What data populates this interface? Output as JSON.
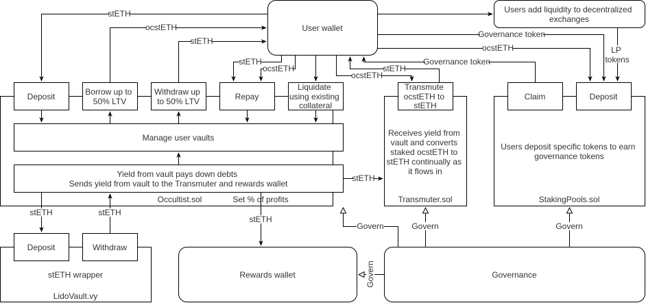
{
  "diagram": {
    "nodes": {
      "user_wallet": "User wallet",
      "liquidity": [
        "Users add liquidity to decentralized",
        "exchanges"
      ],
      "occultist": {
        "title": "Occultist.sol",
        "deposit": "Deposit",
        "borrow": [
          "Borrow up to",
          "50% LTV"
        ],
        "withdraw": [
          "Withdraw up",
          "to 50% LTV"
        ],
        "repay": "Repay",
        "liquidate": [
          "Liquidate",
          "using existing",
          "collateral"
        ],
        "manage": "Manage user vaults",
        "yield": [
          "Yield from vault pays down debts",
          "Sends yield from vault to the Transmuter and rewards wallet"
        ],
        "set_profits": "Set % of profits"
      },
      "transmuter": {
        "title": "Transmuter.sol",
        "transmute": [
          "Transmute",
          "ocstETH to",
          "stETH"
        ],
        "description": [
          "Receives yield from",
          "vault and converts",
          "staked ocstETH to",
          "stETH continually as",
          "it flows in"
        ]
      },
      "staking_pools": {
        "title": "StakingPools.sol",
        "claim": "Claim",
        "deposit": "Deposit",
        "description": [
          "Users deposit specific tokens to earn",
          "governance tokens"
        ]
      },
      "lido_vault": {
        "title": "LidoVault.vy",
        "deposit": "Deposit",
        "withdraw": "Withdraw",
        "description": "stETH wrapper"
      },
      "rewards_wallet": "Rewards wallet",
      "governance": "Governance"
    },
    "edge_labels": {
      "wallet_to_deposit": "stETH",
      "borrow_to_wallet": "ocstETH",
      "withdraw_to_wallet": "stETH",
      "wallet_to_repay_steth": "stETH",
      "wallet_to_repay_ocsteth": "ocstETH",
      "wallet_to_transmute": "ocstETH",
      "transmute_to_wallet": "stETH",
      "claim_to_wallet": "Governance token",
      "wallet_to_pool_gov": "Governance token",
      "wallet_to_pool_ocsteth": "ocstETH",
      "lp_tokens": [
        "LP",
        "tokens"
      ],
      "yield_to_transmuter": "stETH",
      "occultist_to_lido": "stETH",
      "lido_to_occultist": "stETH",
      "profits_to_rewards": "stETH",
      "govern_occultist": "Govern",
      "govern_transmuter": "Govern",
      "govern_staking": "Govern",
      "govern_rewards": "Govern"
    }
  }
}
